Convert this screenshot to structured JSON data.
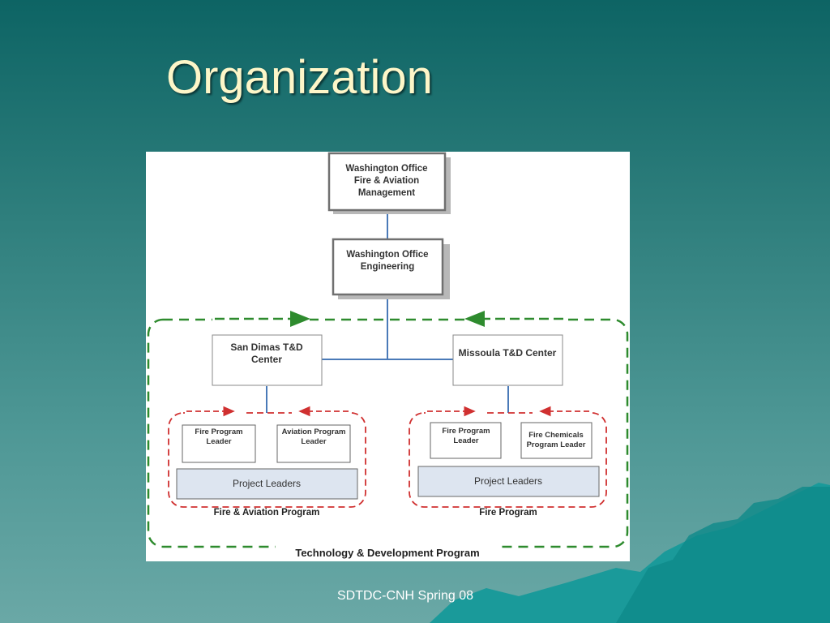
{
  "slide": {
    "title": "Organization",
    "footer": "SDTDC-CNH Spring 08"
  },
  "org_chart": {
    "wo_fam": [
      "Washington Office",
      "Fire & Aviation",
      "Management"
    ],
    "wo_eng": [
      "Washington Office",
      "Engineering"
    ],
    "san_dimas": [
      "San Dimas T&D",
      "Center"
    ],
    "missoula": [
      "Missoula T&D Center"
    ],
    "fire_program_leader_left": [
      "Fire Program",
      "Leader"
    ],
    "aviation_program_leader": [
      "Aviation Program",
      "Leader"
    ],
    "fire_program_leader_right": [
      "Fire Program",
      "Leader"
    ],
    "fire_chemicals_program_leader": [
      "Fire Chemicals",
      "Program Leader"
    ],
    "project_leaders_left": "Project Leaders",
    "project_leaders_right": "Project Leaders",
    "fire_aviation_program": "Fire & Aviation Program",
    "fire_program": "Fire Program",
    "tech_dev_program": "Technology & Development Program"
  },
  "colors": {
    "green_dash": "#2e8b2e",
    "red_dash": "#d03030",
    "connector": "#4a7ab8",
    "project_fill": "#dde5f0"
  }
}
